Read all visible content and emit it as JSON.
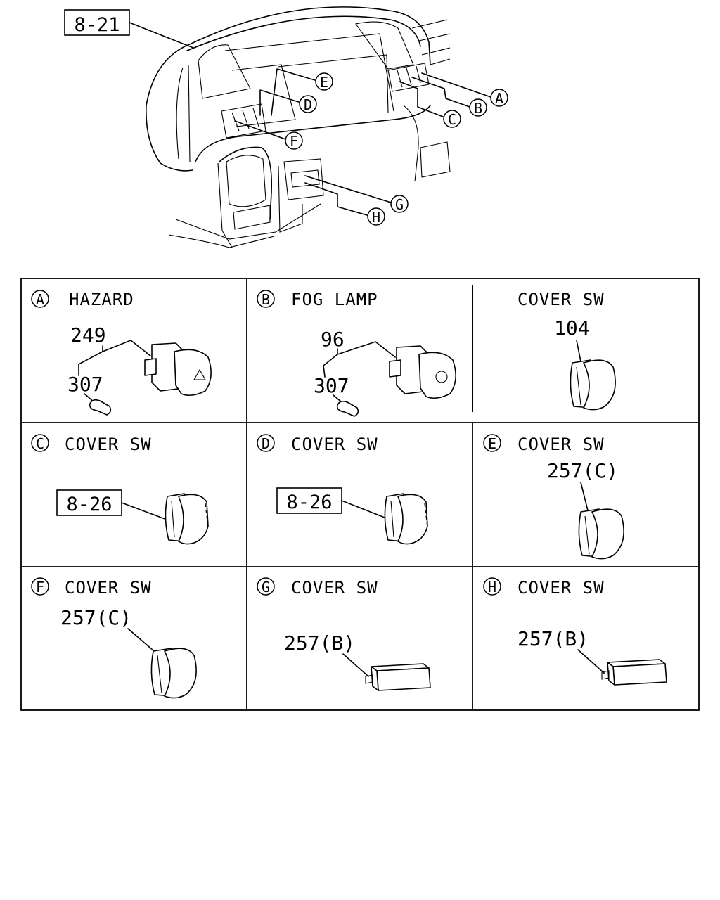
{
  "overview": {
    "ref_box": "8-21",
    "callouts": [
      "A",
      "B",
      "C",
      "D",
      "E",
      "F",
      "G",
      "H"
    ]
  },
  "panels": [
    {
      "letter": "A",
      "title": "HAZARD",
      "parts": [
        "249",
        "307"
      ]
    },
    {
      "letter": "B",
      "title": "FOG LAMP",
      "parts": [
        "96",
        "307"
      ]
    },
    {
      "letter": "",
      "title": "COVER SW",
      "parts": [
        "104"
      ]
    },
    {
      "letter": "C",
      "title": "COVER SW",
      "ref_box": "8-26"
    },
    {
      "letter": "D",
      "title": "COVER SW",
      "ref_box": "8-26"
    },
    {
      "letter": "E",
      "title": "COVER SW",
      "parts": [
        "257(C)"
      ]
    },
    {
      "letter": "F",
      "title": "COVER SW",
      "parts": [
        "257(C)"
      ]
    },
    {
      "letter": "G",
      "title": "COVER SW",
      "parts": [
        "257(B)"
      ]
    },
    {
      "letter": "H",
      "title": "COVER SW",
      "parts": [
        "257(B)"
      ]
    }
  ]
}
